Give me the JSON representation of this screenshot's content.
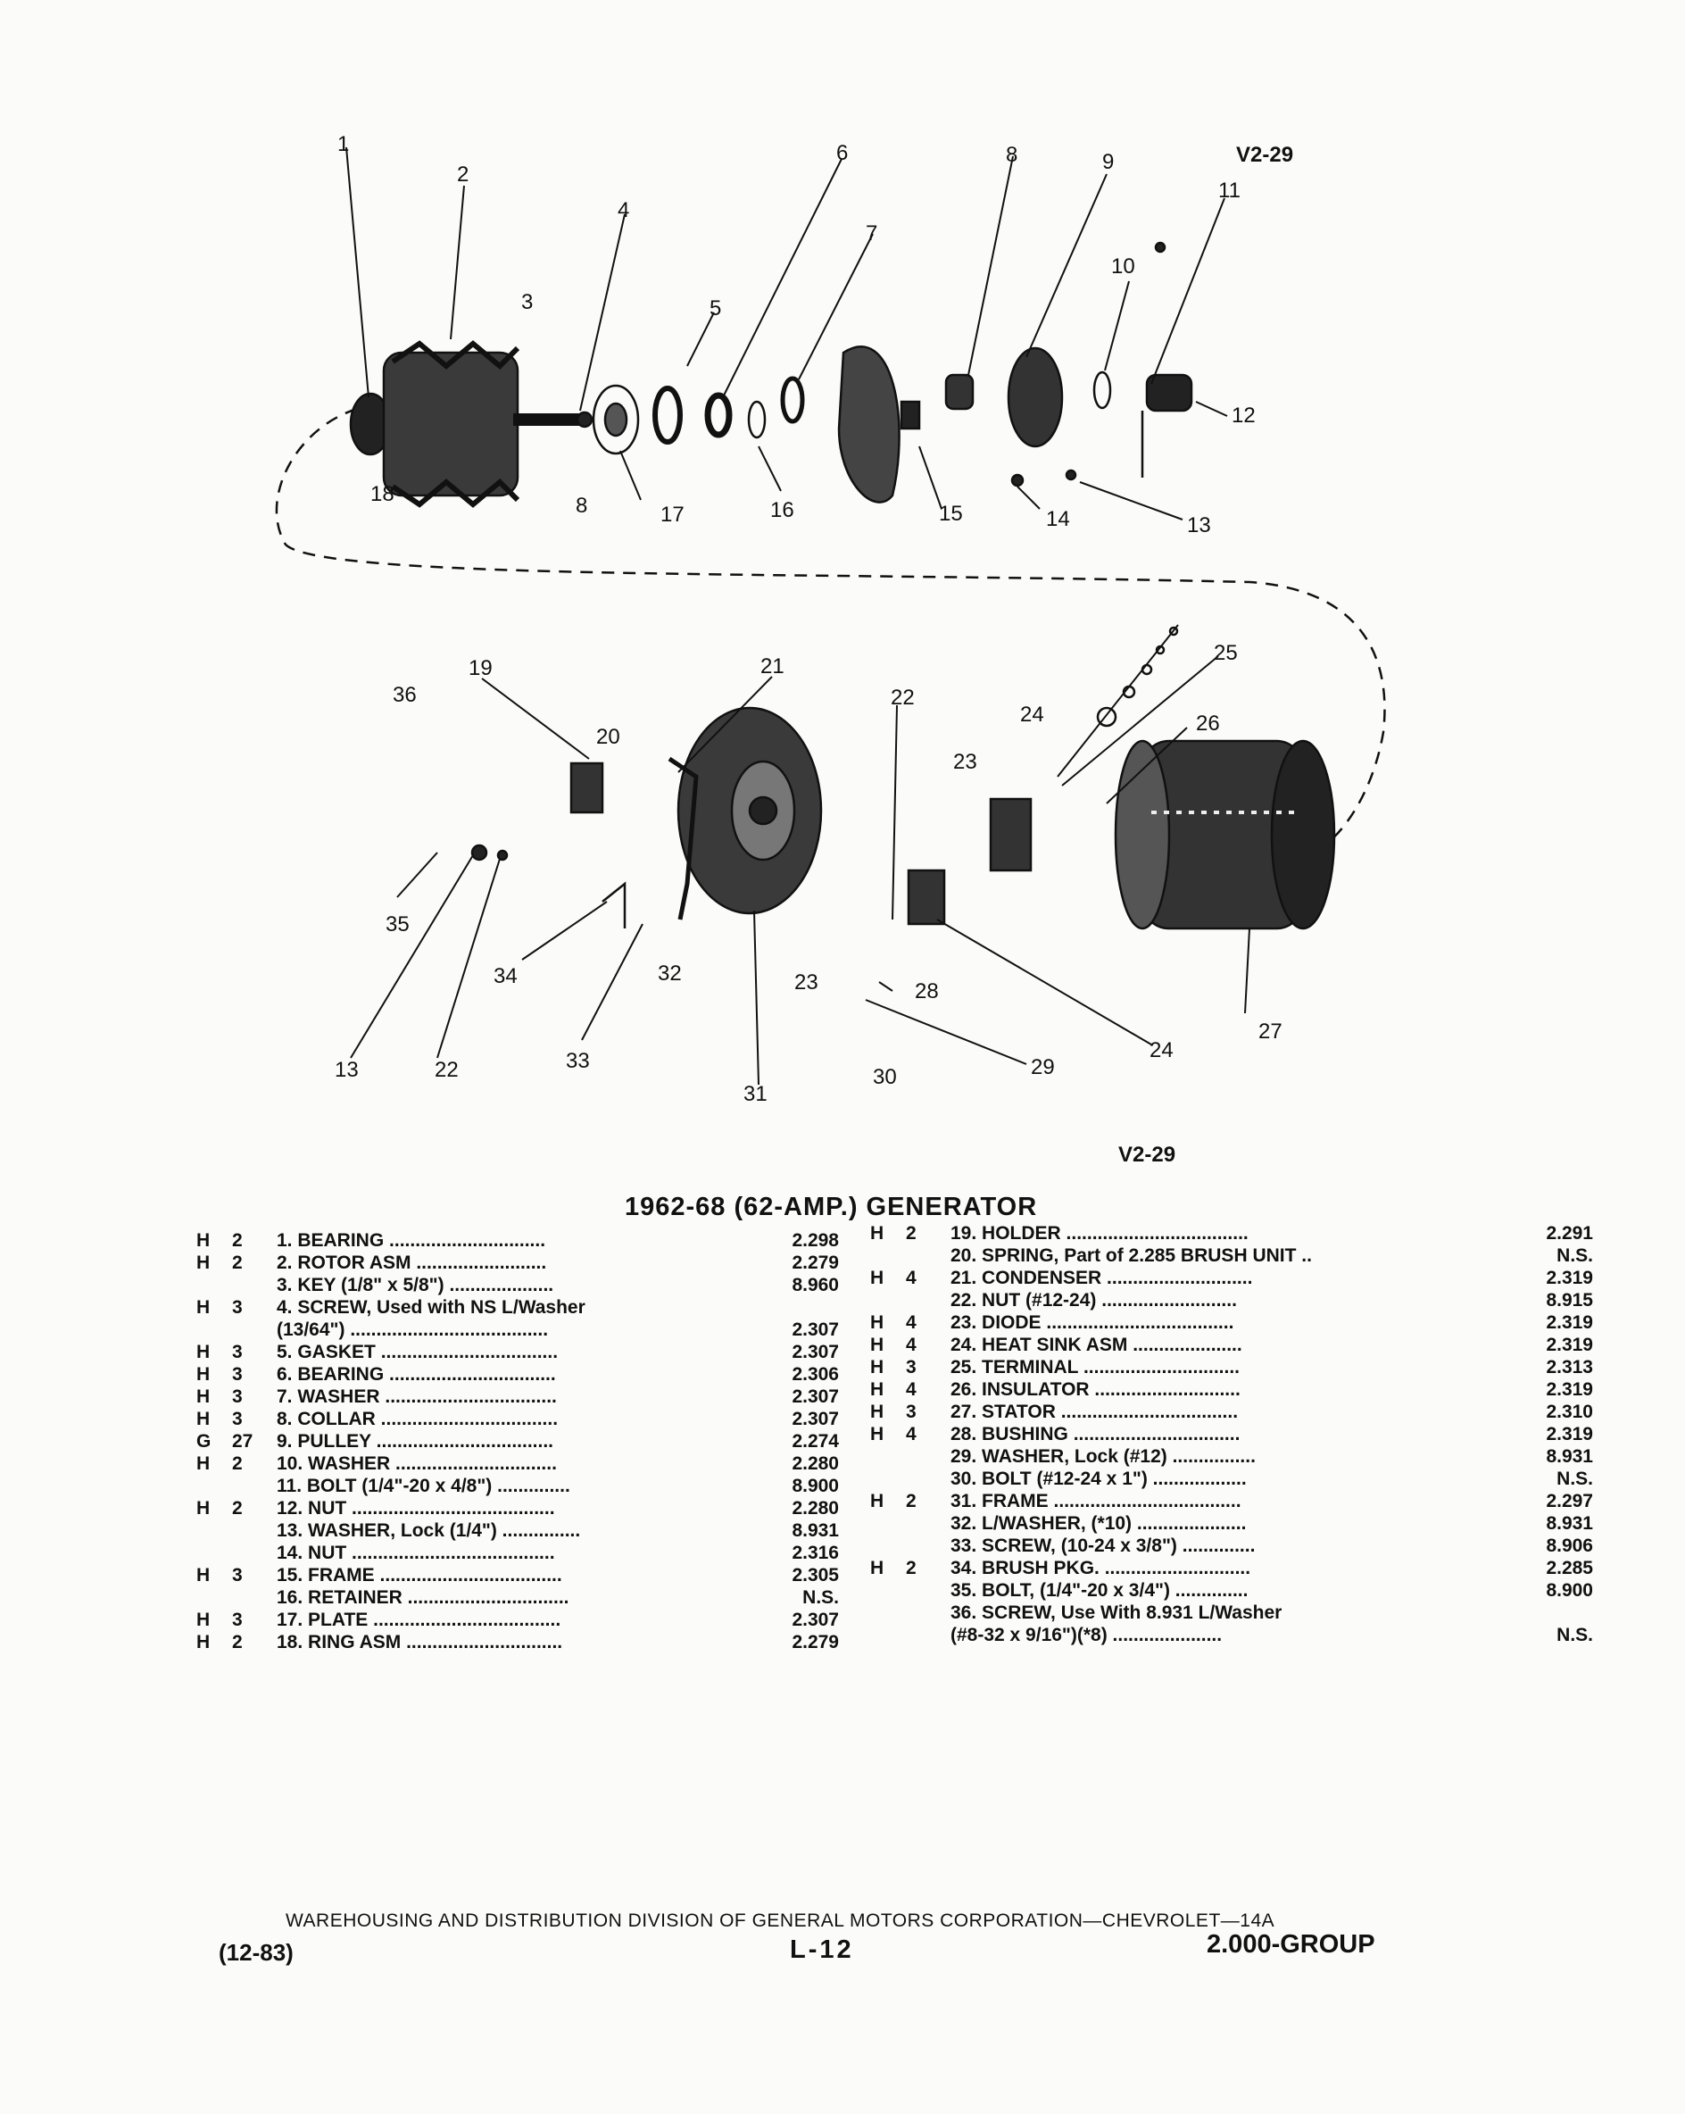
{
  "diagram": {
    "code_top": "V2-29",
    "code_bottom": "V2-29",
    "callouts": [
      "1",
      "2",
      "3",
      "4",
      "5",
      "6",
      "7",
      "8",
      "9",
      "10",
      "11",
      "12",
      "13",
      "14",
      "15",
      "16",
      "17",
      "18",
      "8",
      "19",
      "20",
      "21",
      "22",
      "23",
      "24",
      "25",
      "26",
      "27",
      "28",
      "29",
      "24",
      "30",
      "31",
      "32",
      "33",
      "34",
      "35",
      "13",
      "22",
      "23",
      "36"
    ]
  },
  "title": "1962-68 (62-AMP.) GENERATOR",
  "parts_left": [
    {
      "group": "H",
      "qty": "2",
      "text": "1. BEARING ..............................",
      "part": "2.298"
    },
    {
      "group": "H",
      "qty": "2",
      "text": "2. ROTOR ASM .........................",
      "part": "2.279"
    },
    {
      "group": "",
      "qty": "",
      "text": "3. KEY (1/8\" x 5/8\") ....................",
      "part": "8.960"
    },
    {
      "group": "H",
      "qty": "3",
      "text": "4. SCREW, Used with NS L/Washer",
      "part": ""
    },
    {
      "group": "",
      "qty": "",
      "text": "(13/64\") ......................................",
      "part": "2.307"
    },
    {
      "group": "H",
      "qty": "3",
      "text": "5. GASKET ..................................",
      "part": "2.307"
    },
    {
      "group": "H",
      "qty": "3",
      "text": "6. BEARING ................................",
      "part": "2.306"
    },
    {
      "group": "H",
      "qty": "3",
      "text": "7. WASHER .................................",
      "part": "2.307"
    },
    {
      "group": "H",
      "qty": "3",
      "text": "8. COLLAR ..................................",
      "part": "2.307"
    },
    {
      "group": "G",
      "qty": "27",
      "text": "9. PULLEY ..................................",
      "part": "2.274"
    },
    {
      "group": "H",
      "qty": "2",
      "text": "10. WASHER ...............................",
      "part": "2.280"
    },
    {
      "group": "",
      "qty": "",
      "text": "11. BOLT (1/4\"-20 x 4/8\") ..............",
      "part": "8.900"
    },
    {
      "group": "H",
      "qty": "2",
      "text": "12. NUT .......................................",
      "part": "2.280"
    },
    {
      "group": "",
      "qty": "",
      "text": "13. WASHER, Lock (1/4\") ...............",
      "part": "8.931"
    },
    {
      "group": "",
      "qty": "",
      "text": "14. NUT .......................................",
      "part": "2.316"
    },
    {
      "group": "H",
      "qty": "3",
      "text": "15. FRAME ...................................",
      "part": "2.305"
    },
    {
      "group": "",
      "qty": "",
      "text": "16. RETAINER ...............................",
      "part": "N.S."
    },
    {
      "group": "H",
      "qty": "3",
      "text": "17. PLATE ....................................",
      "part": "2.307"
    },
    {
      "group": "H",
      "qty": "2",
      "text": "18. RING ASM ..............................",
      "part": "2.279"
    }
  ],
  "parts_right": [
    {
      "group": "H",
      "qty": "2",
      "text": "19. HOLDER ...................................",
      "part": "2.291"
    },
    {
      "group": "",
      "qty": "",
      "text": "20. SPRING, Part of 2.285 BRUSH UNIT ..",
      "part": "N.S."
    },
    {
      "group": "H",
      "qty": "4",
      "text": "21. CONDENSER ............................",
      "part": "2.319"
    },
    {
      "group": "",
      "qty": "",
      "text": "22. NUT (#12-24) ..........................",
      "part": "8.915"
    },
    {
      "group": "H",
      "qty": "4",
      "text": "23. DIODE ....................................",
      "part": "2.319"
    },
    {
      "group": "H",
      "qty": "4",
      "text": "24. HEAT SINK ASM .....................",
      "part": "2.319"
    },
    {
      "group": "H",
      "qty": "3",
      "text": "25. TERMINAL ..............................",
      "part": "2.313"
    },
    {
      "group": "H",
      "qty": "4",
      "text": "26. INSULATOR ............................",
      "part": "2.319"
    },
    {
      "group": "H",
      "qty": "3",
      "text": "27. STATOR ..................................",
      "part": "2.310"
    },
    {
      "group": "H",
      "qty": "4",
      "text": "28. BUSHING ................................",
      "part": "2.319"
    },
    {
      "group": "",
      "qty": "",
      "text": "29. WASHER, Lock (#12) ................",
      "part": "8.931"
    },
    {
      "group": "",
      "qty": "",
      "text": "30. BOLT (#12-24 x 1\") ..................",
      "part": "N.S."
    },
    {
      "group": "H",
      "qty": "2",
      "text": "31. FRAME ....................................",
      "part": "2.297"
    },
    {
      "group": "",
      "qty": "",
      "text": "32. L/WASHER, (*10) .....................",
      "part": "8.931"
    },
    {
      "group": "",
      "qty": "",
      "text": "33. SCREW, (10-24 x 3/8\") ..............",
      "part": "8.906"
    },
    {
      "group": "H",
      "qty": "2",
      "text": "34. BRUSH PKG. ............................",
      "part": "2.285"
    },
    {
      "group": "",
      "qty": "",
      "text": "35. BOLT, (1/4\"-20 x 3/4\") ..............",
      "part": "8.900"
    },
    {
      "group": "",
      "qty": "",
      "text": "36. SCREW, Use With 8.931 L/Washer",
      "part": ""
    },
    {
      "group": "",
      "qty": "",
      "text": "(#8-32 x 9/16\")(*8) .....................",
      "part": "N.S."
    }
  ],
  "footer": {
    "line": "WAREHOUSING AND DISTRIBUTION DIVISION OF GENERAL MOTORS CORPORATION—CHEVROLET—14A",
    "date": "(12-83)",
    "page": "L-12",
    "group": "2.000-GROUP"
  }
}
